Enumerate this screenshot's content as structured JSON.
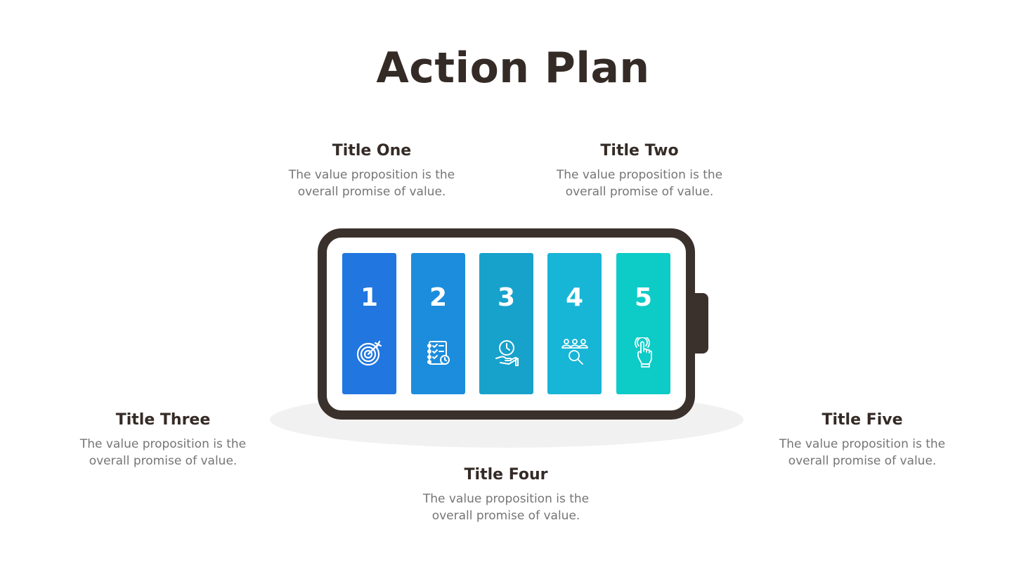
{
  "title": "Action Plan",
  "colors": {
    "battery_outline": "#3a312c",
    "cell_1": "#2176e0",
    "cell_2": "#1c8ddc",
    "cell_3": "#17a2cc",
    "cell_4": "#17b5d6",
    "cell_5": "#0dcbc7",
    "shadow": "#f1f1f1"
  },
  "cells": [
    {
      "number": "1",
      "icon": "target-icon"
    },
    {
      "number": "2",
      "icon": "checklist-clock-icon"
    },
    {
      "number": "3",
      "icon": "hand-clock-icon"
    },
    {
      "number": "4",
      "icon": "people-search-icon"
    },
    {
      "number": "5",
      "icon": "touch-hand-icon"
    }
  ],
  "callouts": [
    {
      "title": "Title One",
      "body_line1": "The value proposition is the",
      "body_line2": "overall promise of value."
    },
    {
      "title": "Title Two",
      "body_line1": "The value proposition is the",
      "body_line2": "overall promise of value."
    },
    {
      "title": "Title Three",
      "body_line1": "The value proposition is the",
      "body_line2": "overall promise of value."
    },
    {
      "title": "Title Four",
      "body_line1": "The value proposition is the",
      "body_line2": "overall promise of value."
    },
    {
      "title": "Title Five",
      "body_line1": "The value proposition is the",
      "body_line2": "overall promise of value."
    }
  ]
}
